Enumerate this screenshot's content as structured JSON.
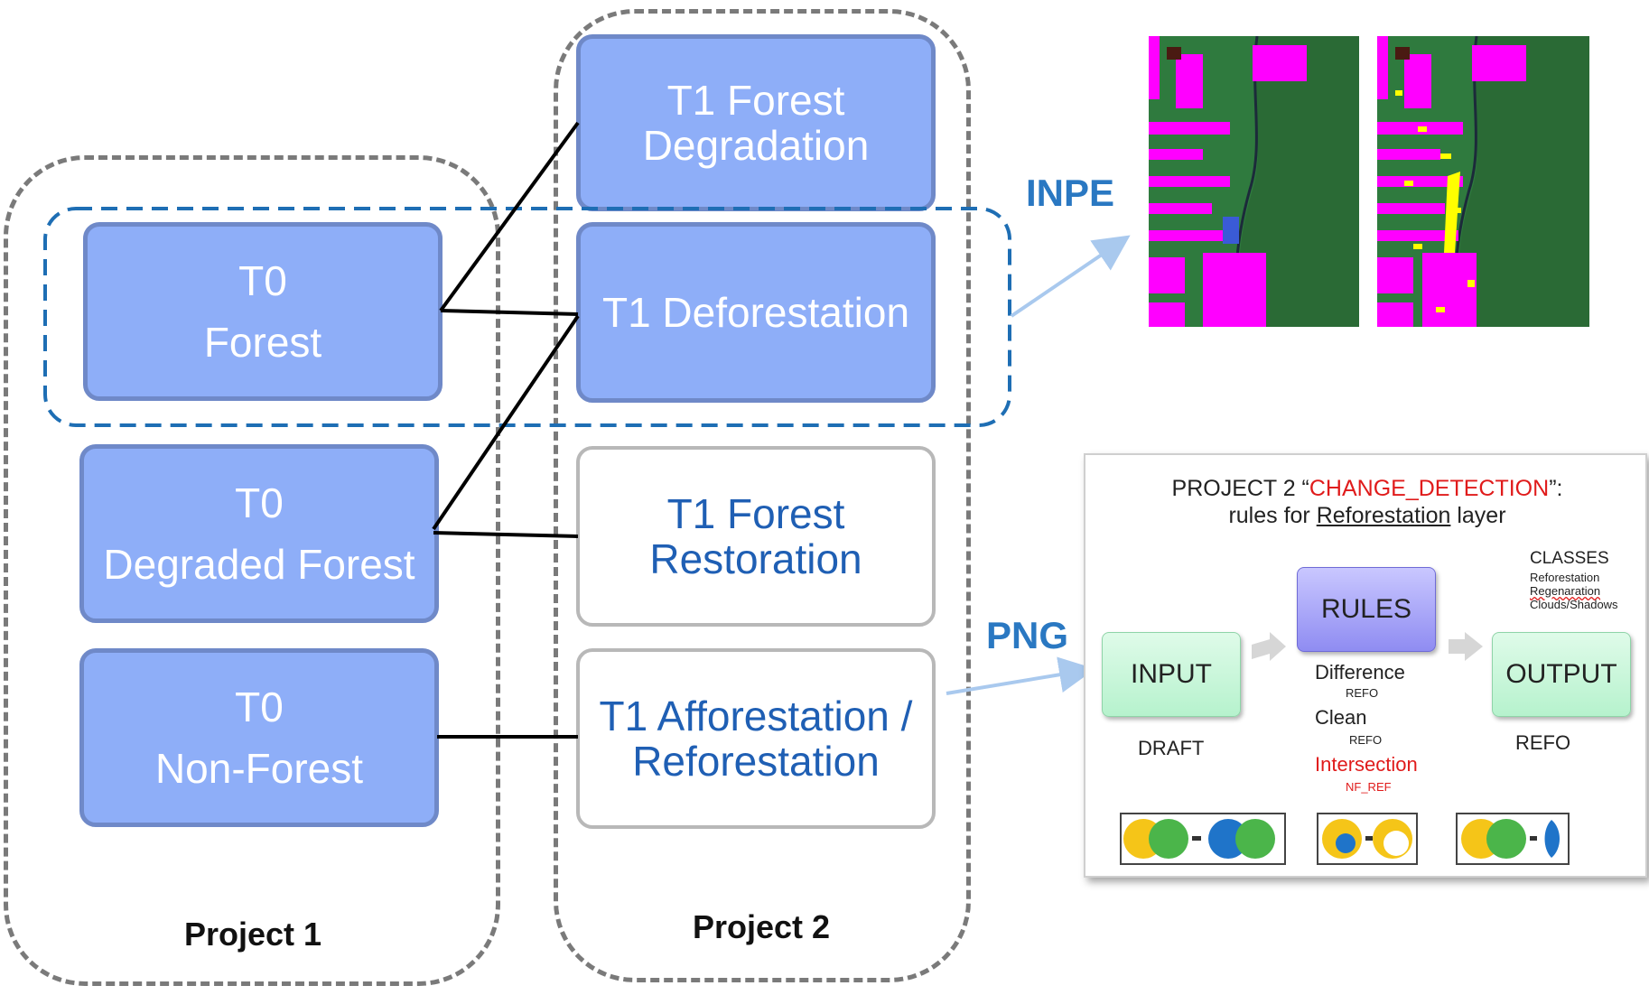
{
  "project1": {
    "label": "Project 1",
    "boxes": [
      {
        "line1": "T0",
        "line2": "Forest"
      },
      {
        "line1": "T0",
        "line2": "Degraded Forest"
      },
      {
        "line1": "T0",
        "line2": "Non-Forest"
      }
    ]
  },
  "project2": {
    "label": "Project 2",
    "boxes": [
      {
        "line1": "T1 Forest",
        "line2": "Degradation"
      },
      {
        "line1": "T1 Deforestation"
      },
      {
        "line1": "T1 Forest",
        "line2": "Restoration"
      },
      {
        "line1": "T1 Afforestation /",
        "line2": "Reforestation"
      }
    ]
  },
  "tags": {
    "inpe": "INPE",
    "png": "PNG"
  },
  "colors": {
    "filled_box": "#8eaef8",
    "outline_text": "#1f5fb4",
    "highlight_dash": "#1e6eb4",
    "tag": "#2a78c2",
    "magenta": "#ff00ff",
    "yellow": "#ffff00"
  },
  "panel": {
    "title_prefix": "PROJECT 2 “",
    "title_red": "CHANGE_DETECTION",
    "title_suffix": "”:",
    "subtitle_pre": "rules for ",
    "subtitle_u": "Reforestation",
    "subtitle_post": " layer",
    "input": "INPUT",
    "rules": "RULES",
    "output": "OUTPUT",
    "draft": "DRAFT",
    "refo_out": "REFO",
    "difference": "Difference",
    "refo1": "REFO",
    "clean": "Clean",
    "refo2": "REFO",
    "intersection": "Intersection",
    "nf_ref": "NF_REF",
    "classes_header": "CLASSES",
    "classes": [
      "Reforestation",
      "Regenaration",
      "Clouds/Shadows"
    ]
  }
}
